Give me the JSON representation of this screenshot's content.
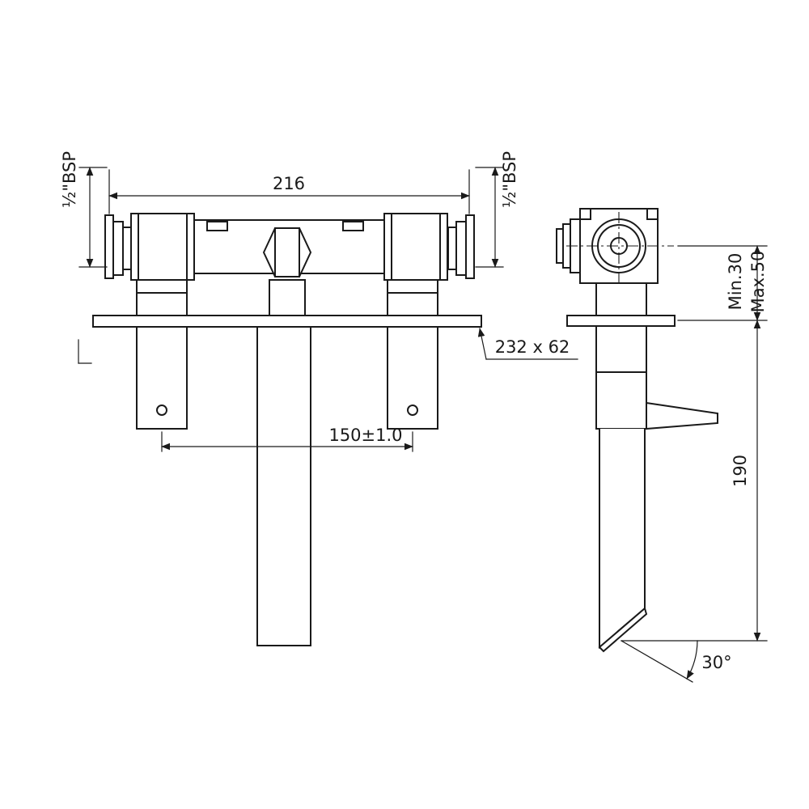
{
  "front_view": {
    "width_dim": "216",
    "left_thread": "½\"BSP",
    "right_thread": "½\"BSP",
    "plate_dim": "232 x 62",
    "centers_dim": "150±1.0"
  },
  "side_view": {
    "wall_min": "Min.30",
    "wall_max": "Max.50",
    "height_dim": "190",
    "spout_angle": "30°"
  }
}
